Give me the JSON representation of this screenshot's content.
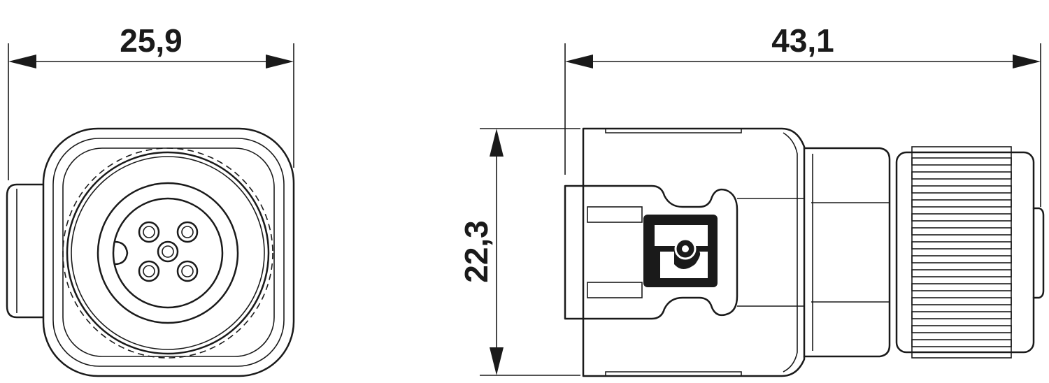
{
  "dimensions": {
    "front_width": "25,9",
    "side_length": "43,1",
    "height": "22,3"
  },
  "colors": {
    "line": "#1a1a1a",
    "background": "#ffffff"
  },
  "icons": {
    "logo": "phoenix-contact-logo-icon"
  }
}
